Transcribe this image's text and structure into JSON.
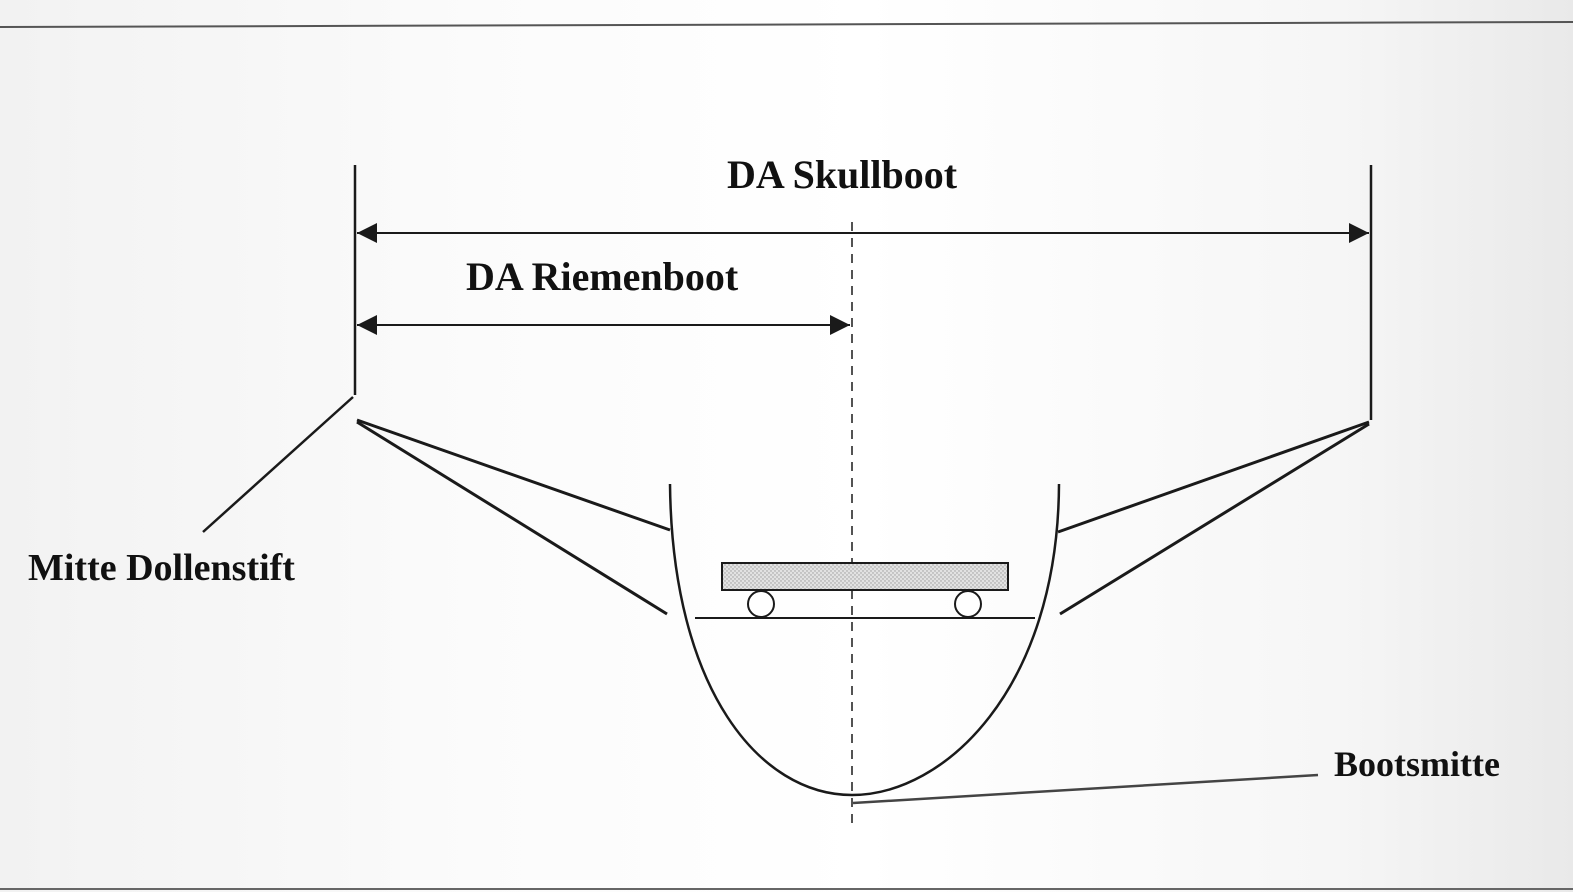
{
  "diagram": {
    "labels": {
      "skull": "DA Skullboot",
      "riemen": "DA Riemenboot",
      "pin": "Mitte Dollenstift",
      "center": "Bootsmitte"
    },
    "colors": {
      "ink": "#1a1a1a",
      "seat_fill": "#d8d8d8"
    }
  }
}
